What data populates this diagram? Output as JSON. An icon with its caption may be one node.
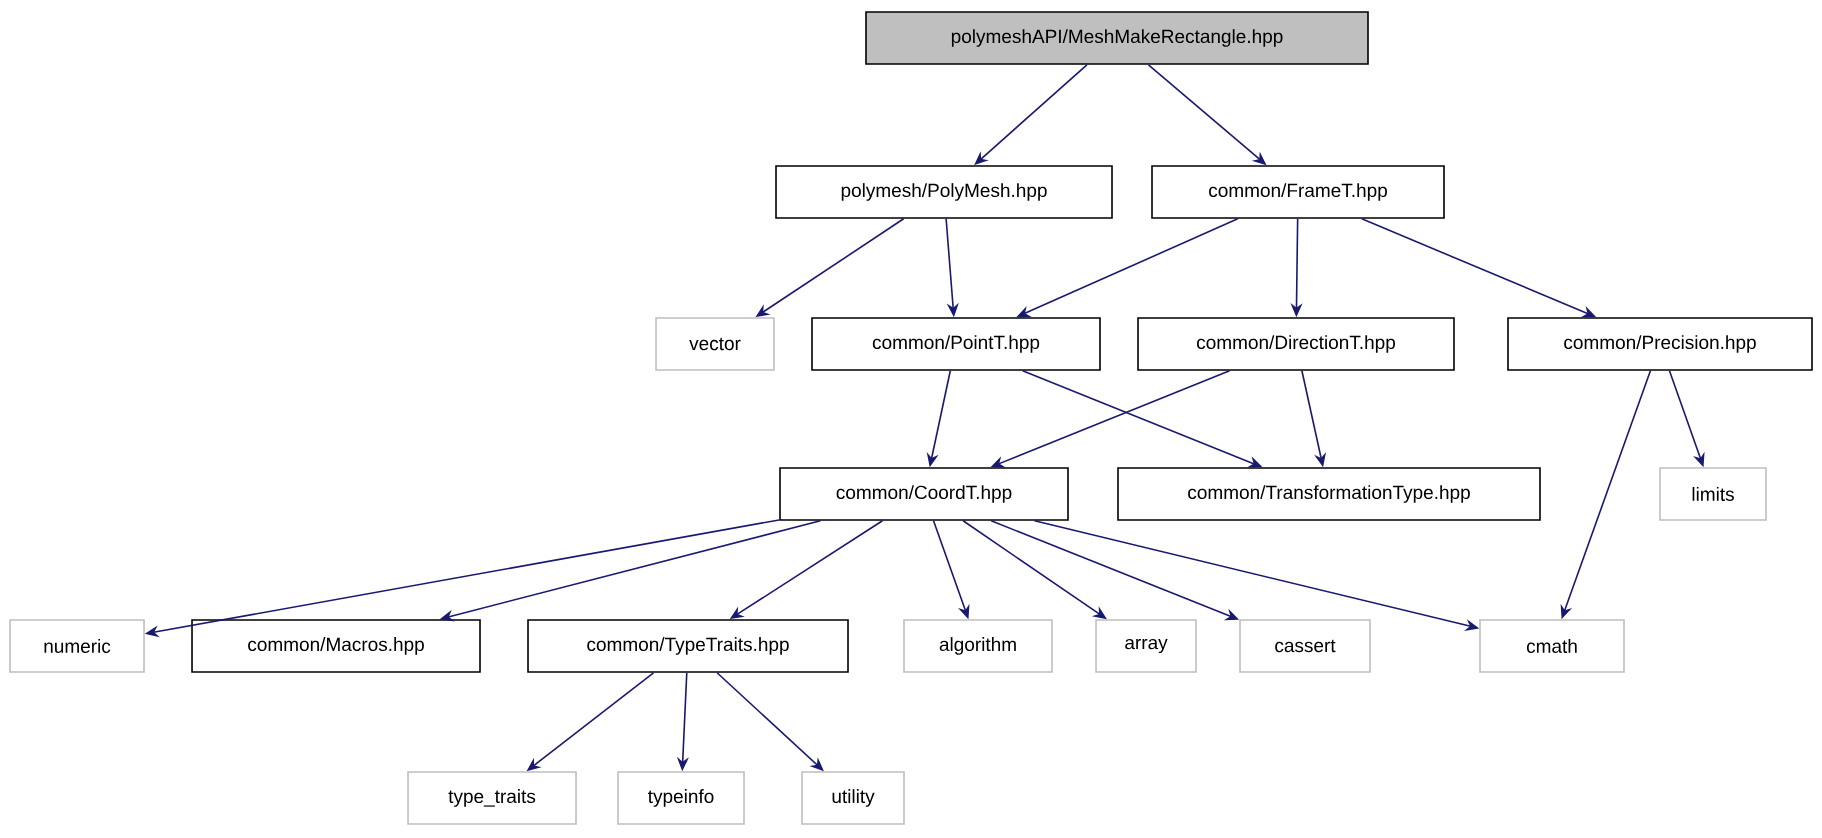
{
  "diagram": {
    "nodes": [
      {
        "text": [
          "polymeshAPI/MeshMakeRectangle.hpp"
        ]
      },
      {
        "text": [
          "polymesh/PolyMesh.hpp"
        ]
      },
      {
        "text": [
          "common/FrameT.hpp"
        ]
      },
      {
        "text": [
          "vector"
        ]
      },
      {
        "text": [
          "common/PointT.hpp"
        ]
      },
      {
        "text": [
          "common/DirectionT.hpp"
        ]
      },
      {
        "text": [
          "common/Precision.hpp"
        ]
      },
      {
        "text": [
          "common/CoordT.hpp"
        ]
      },
      {
        "text": [
          "common/TransformationType.hpp"
        ]
      },
      {
        "text": [
          "limits"
        ]
      },
      {
        "text": [
          "numeric"
        ]
      },
      {
        "text": [
          "common/Macros.hpp"
        ]
      },
      {
        "text": [
          "common/TypeTraits.hpp"
        ]
      },
      {
        "text": [
          "algorithm"
        ]
      },
      {
        "text": [
          "array"
        ]
      },
      {
        "text": [
          "cassert"
        ]
      },
      {
        "text": [
          "cmath"
        ]
      },
      {
        "text": [
          "type_traits"
        ]
      },
      {
        "text": [
          "typeinfo"
        ]
      },
      {
        "text": [
          "utility"
        ]
      }
    ],
    "edges": [
      {
        "from": 0,
        "to": 1,
        "arrow": "to"
      },
      {
        "from": 0,
        "to": 2,
        "arrow": "to"
      },
      {
        "from": 1,
        "to": 3,
        "arrow": "to"
      },
      {
        "from": 1,
        "to": 4,
        "arrow": "to"
      },
      {
        "from": 2,
        "to": 4,
        "arrow": "to"
      },
      {
        "from": 2,
        "to": 5,
        "arrow": "to"
      },
      {
        "from": 2,
        "to": 6,
        "arrow": "to"
      },
      {
        "from": 4,
        "to": 7,
        "arrow": "to"
      },
      {
        "from": 4,
        "to": 8,
        "arrow": "to"
      },
      {
        "from": 5,
        "to": 7,
        "arrow": "to"
      },
      {
        "from": 5,
        "to": 8,
        "arrow": "to"
      },
      {
        "from": 6,
        "to": 9,
        "arrow": "to"
      },
      {
        "from": 6,
        "to": 16,
        "arrow": "to"
      },
      {
        "from": 7,
        "to": 10,
        "arrow": "to"
      },
      {
        "from": 7,
        "to": 11,
        "arrow": "to"
      },
      {
        "from": 7,
        "to": 12,
        "arrow": "to"
      },
      {
        "from": 7,
        "to": 13,
        "arrow": "to"
      },
      {
        "from": 7,
        "to": 14,
        "arrow": "to"
      },
      {
        "from": 7,
        "to": 15,
        "arrow": "to"
      },
      {
        "from": 7,
        "to": 16,
        "arrow": "to"
      },
      {
        "from": 12,
        "to": 17,
        "arrow": "to"
      },
      {
        "from": 12,
        "to": 18,
        "arrow": "to"
      },
      {
        "from": 12,
        "to": 19,
        "arrow": "to"
      }
    ]
  }
}
